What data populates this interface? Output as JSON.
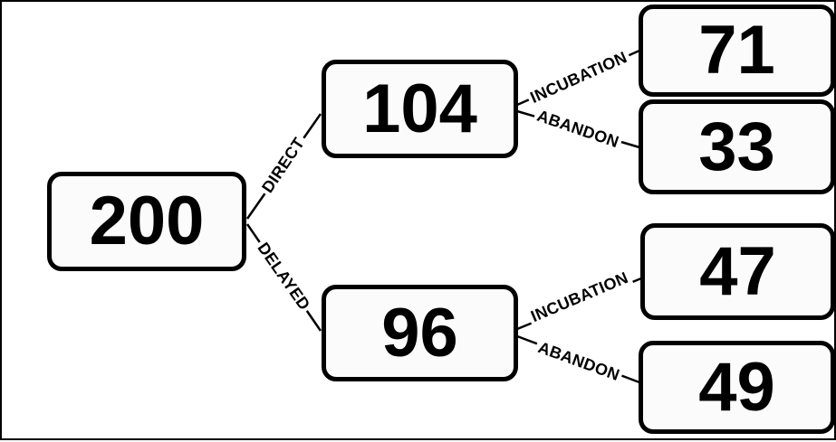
{
  "diagram": {
    "type": "tree",
    "colors": {
      "background": "#ffffff",
      "frame_border": "#000000",
      "node_fill": "#fbfbfb",
      "node_border": "#000000",
      "text": "#000000"
    },
    "root": {
      "value": "200"
    },
    "branches": [
      {
        "label": "DIRECT",
        "value": "104",
        "children": [
          {
            "label": "INCUBATION",
            "value": "71"
          },
          {
            "label": "ABANDON",
            "value": "33"
          }
        ]
      },
      {
        "label": "DELAYED",
        "value": "96",
        "children": [
          {
            "label": "INCUBATION",
            "value": "47"
          },
          {
            "label": "ABANDON",
            "value": "49"
          }
        ]
      }
    ]
  }
}
